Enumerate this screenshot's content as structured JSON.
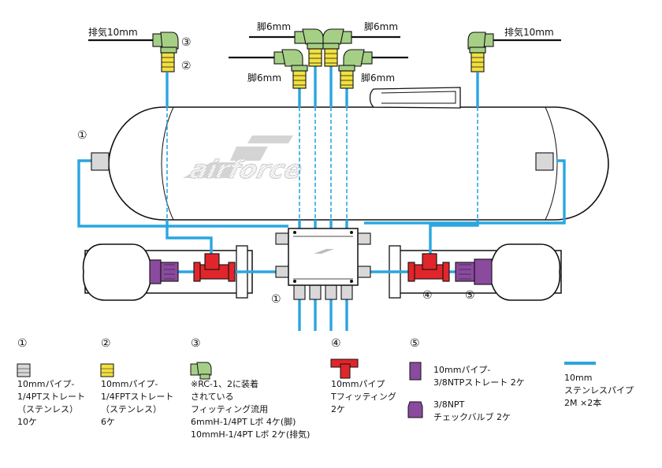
{
  "colors": {
    "pipe": "#2aa6e0",
    "fitting_silver": "#d8d8d8",
    "fitting_yellow": "#f2e040",
    "elbow_green": "#a6cf86",
    "tee_red": "#e0262b",
    "valve_purple": "#8a4a9e",
    "outline": "#111111"
  },
  "labels": {
    "exhaust_left": "排気10mm",
    "exhaust_right": "排気10mm",
    "leg_top_left": "脚6mm",
    "leg_top_right": "脚6mm",
    "leg_low_left": "脚6mm",
    "leg_low_right": "脚6mm",
    "callout_3": "③",
    "callout_2": "②",
    "callout_1_tank": "①",
    "callout_1_manifold": "①",
    "callout_4": "④",
    "callout_5": "⑤",
    "logo_text": "airforce"
  },
  "legend": {
    "item1": {
      "num": "①",
      "lines": [
        "10mmパイプ-",
        "1/4PTストレート",
        "（ステンレス）",
        "10ケ"
      ]
    },
    "item2": {
      "num": "②",
      "lines": [
        "10mmパイプ-",
        "1/4FPTストレート",
        "（ステンレス）",
        "6ケ"
      ]
    },
    "item3": {
      "num": "③",
      "lines": [
        "※RC-1、2に装着",
        "されている",
        "フィッティング流用",
        "6mmH-1/4PT Lボ  4ケ(脚)",
        "10mmH-1/4PT Lボ  2ケ(排気)"
      ]
    },
    "item4": {
      "num": "④",
      "lines": [
        "10mmパイプ",
        "Tフィッティング",
        "2ケ"
      ]
    },
    "item5": {
      "num": "⑤",
      "purple_lines": [
        "10mmパイプ-",
        "3/8NTPストレート  2ケ"
      ],
      "valve_lines": [
        "3/8NPT",
        "チェックバルブ  2ケ"
      ]
    },
    "pipe": {
      "lines": [
        "10mm",
        "ステンレスパイプ",
        "2M   ×2本"
      ]
    }
  }
}
